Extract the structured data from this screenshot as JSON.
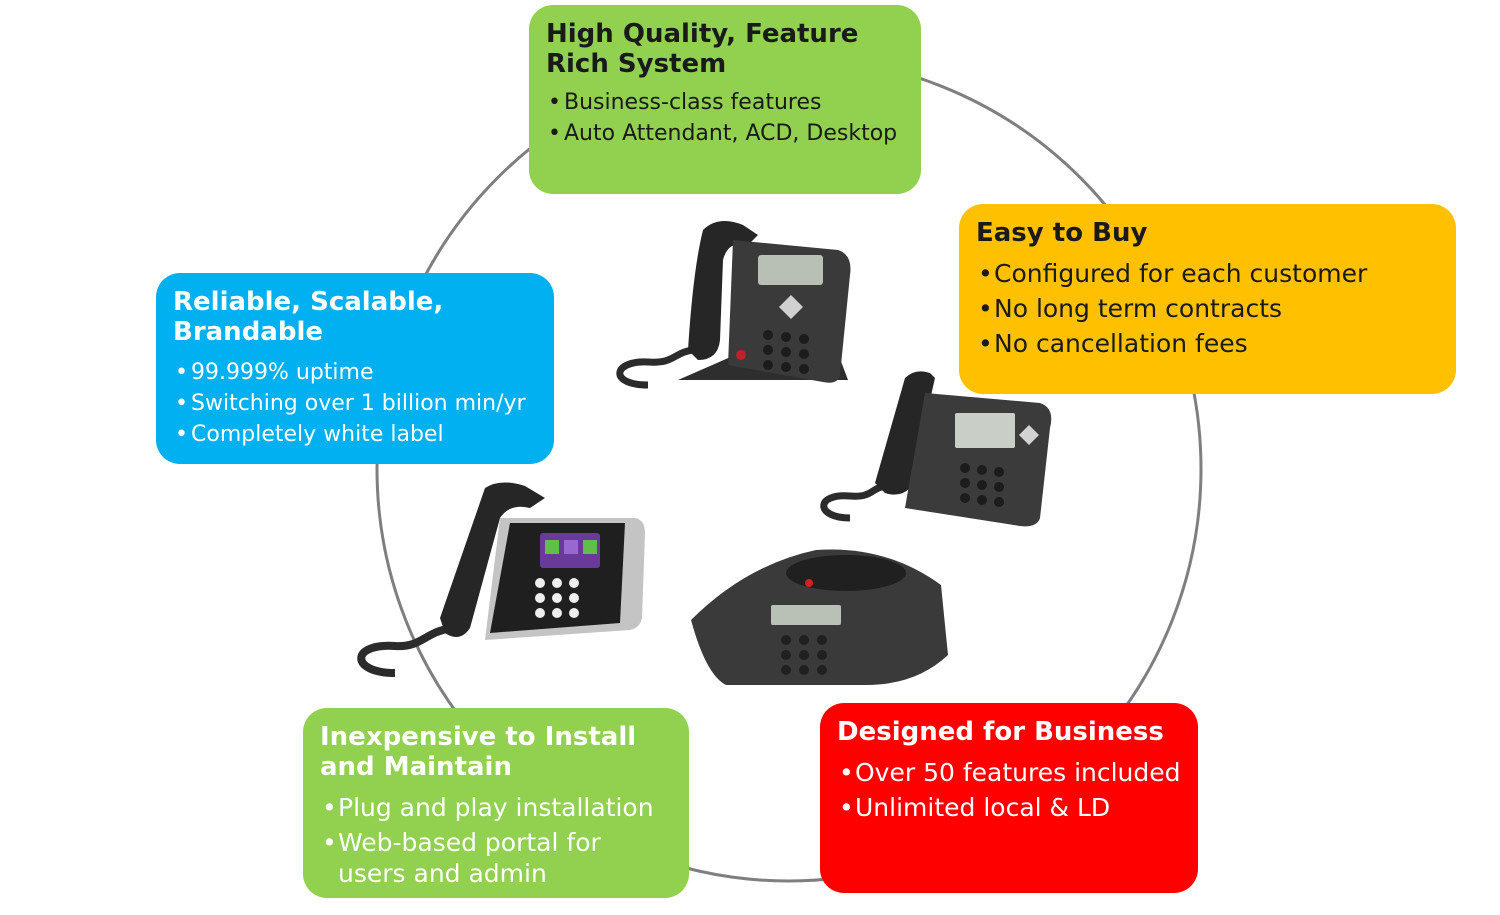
{
  "colors": {
    "green": "#92d050",
    "yellow": "#ffc000",
    "blue": "#00b0f0",
    "red": "#ff0000",
    "ring": "#7f7f7f"
  },
  "boxes": {
    "top": {
      "title": "High Quality, Feature Rich System",
      "bullets": [
        "Business-class features",
        "Auto Attendant, ACD, Desktop"
      ]
    },
    "right": {
      "title": "Easy to Buy",
      "bullets": [
        "Configured for each customer",
        "No long term contracts",
        "No cancellation fees"
      ]
    },
    "left": {
      "title": "Reliable, Scalable, Brandable",
      "bullets": [
        "99.999% uptime",
        "Switching over 1 billion min/yr",
        "Completely white label"
      ]
    },
    "bottom_left": {
      "title": "Inexpensive to Install and Maintain",
      "bullets": [
        "Plug and play installation",
        "Web-based portal for users and admin"
      ]
    },
    "bottom_right": {
      "title": "Designed for Business",
      "bullets": [
        "Over 50 features included",
        "Unlimited local & LD"
      ]
    }
  },
  "images": [
    "desk-phone-icon",
    "ip-phone-icon",
    "video-phone-icon",
    "conference-phone-icon"
  ]
}
